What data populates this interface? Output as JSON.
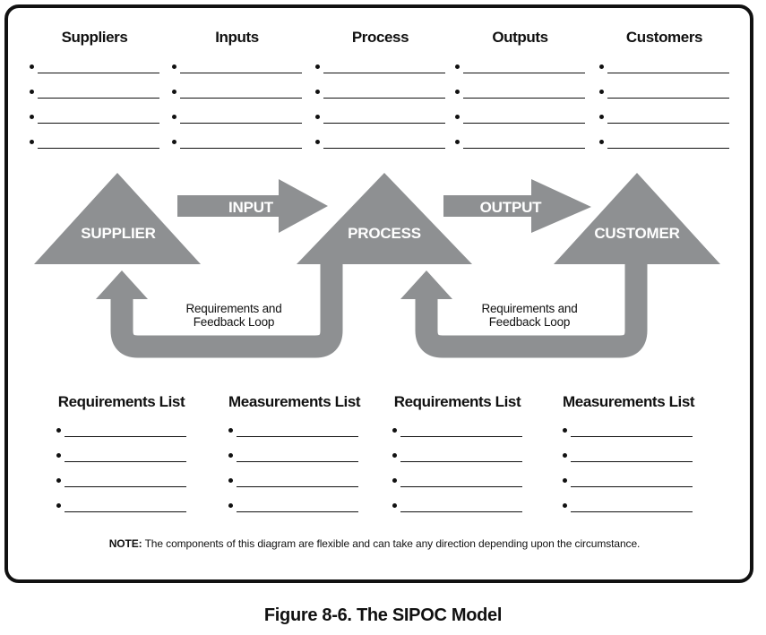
{
  "colors": {
    "gray": "#8e9092",
    "ink": "#111111"
  },
  "top_row": {
    "columns": [
      {
        "label": "Suppliers"
      },
      {
        "label": "Inputs"
      },
      {
        "label": "Process"
      },
      {
        "label": "Outputs"
      },
      {
        "label": "Customers"
      }
    ],
    "blank_lines_per_column": 4
  },
  "flow_diagram": {
    "nodes": [
      {
        "label": "SUPPLIER"
      },
      {
        "label": "PROCESS"
      },
      {
        "label": "CUSTOMER"
      }
    ],
    "arrows": [
      {
        "label": "INPUT"
      },
      {
        "label": "OUTPUT"
      }
    ],
    "feedback_loops": [
      {
        "line1": "Requirements and",
        "line2": "Feedback Loop"
      },
      {
        "line1": "Requirements and",
        "line2": "Feedback Loop"
      }
    ]
  },
  "bottom_row": {
    "columns": [
      {
        "label": "Requirements List"
      },
      {
        "label": "Measurements List"
      },
      {
        "label": "Requirements List"
      },
      {
        "label": "Measurements List"
      }
    ],
    "blank_lines_per_column": 4
  },
  "note": {
    "label": "NOTE:",
    "text": " The components of this diagram are flexible and can take any direction depending upon the circumstance."
  },
  "caption": "Figure 8-6. The SIPOC Model"
}
